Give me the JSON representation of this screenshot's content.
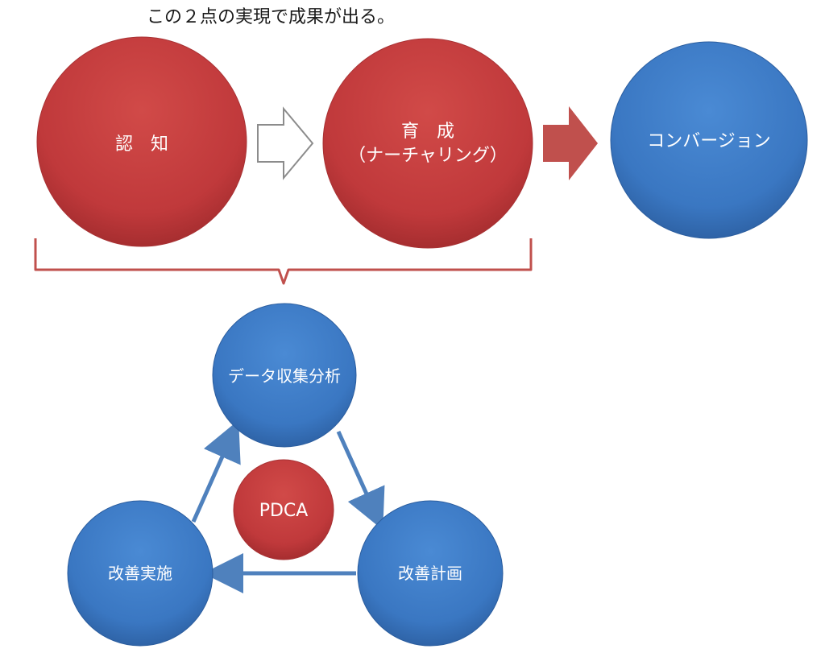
{
  "title": "この２点の実現で成果が出る。",
  "funnel": {
    "awareness": "認　知",
    "nurturing_line1": "育　成",
    "nurturing_line2": "（ナーチャリング）",
    "conversion": "コンバージョン"
  },
  "pdca": {
    "center": "PDCA",
    "analysis": "データ収集分析",
    "plan": "改善計画",
    "execute": "改善実施"
  },
  "colors": {
    "red_circle": "#c0393b",
    "blue_circle": "#3a77c2",
    "red_arrow": "#c0504d",
    "blue_arrow": "#4f81bd",
    "bracket": "#c0504d"
  }
}
